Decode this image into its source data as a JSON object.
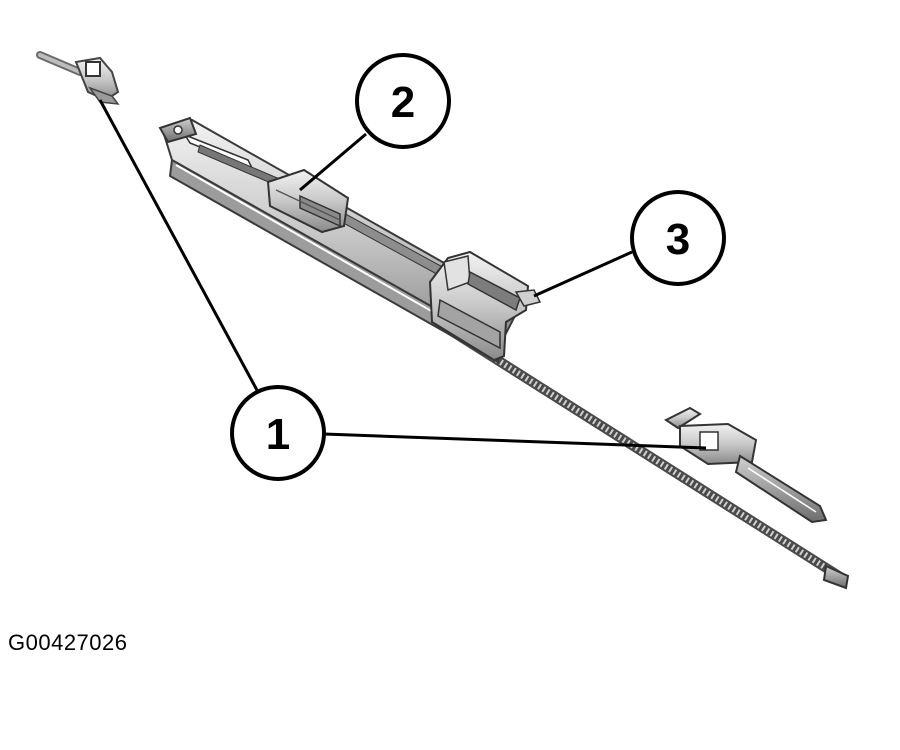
{
  "figure": {
    "id": "G00427026"
  },
  "callouts": [
    {
      "label": "1"
    },
    {
      "label": "2"
    },
    {
      "label": "3"
    }
  ]
}
